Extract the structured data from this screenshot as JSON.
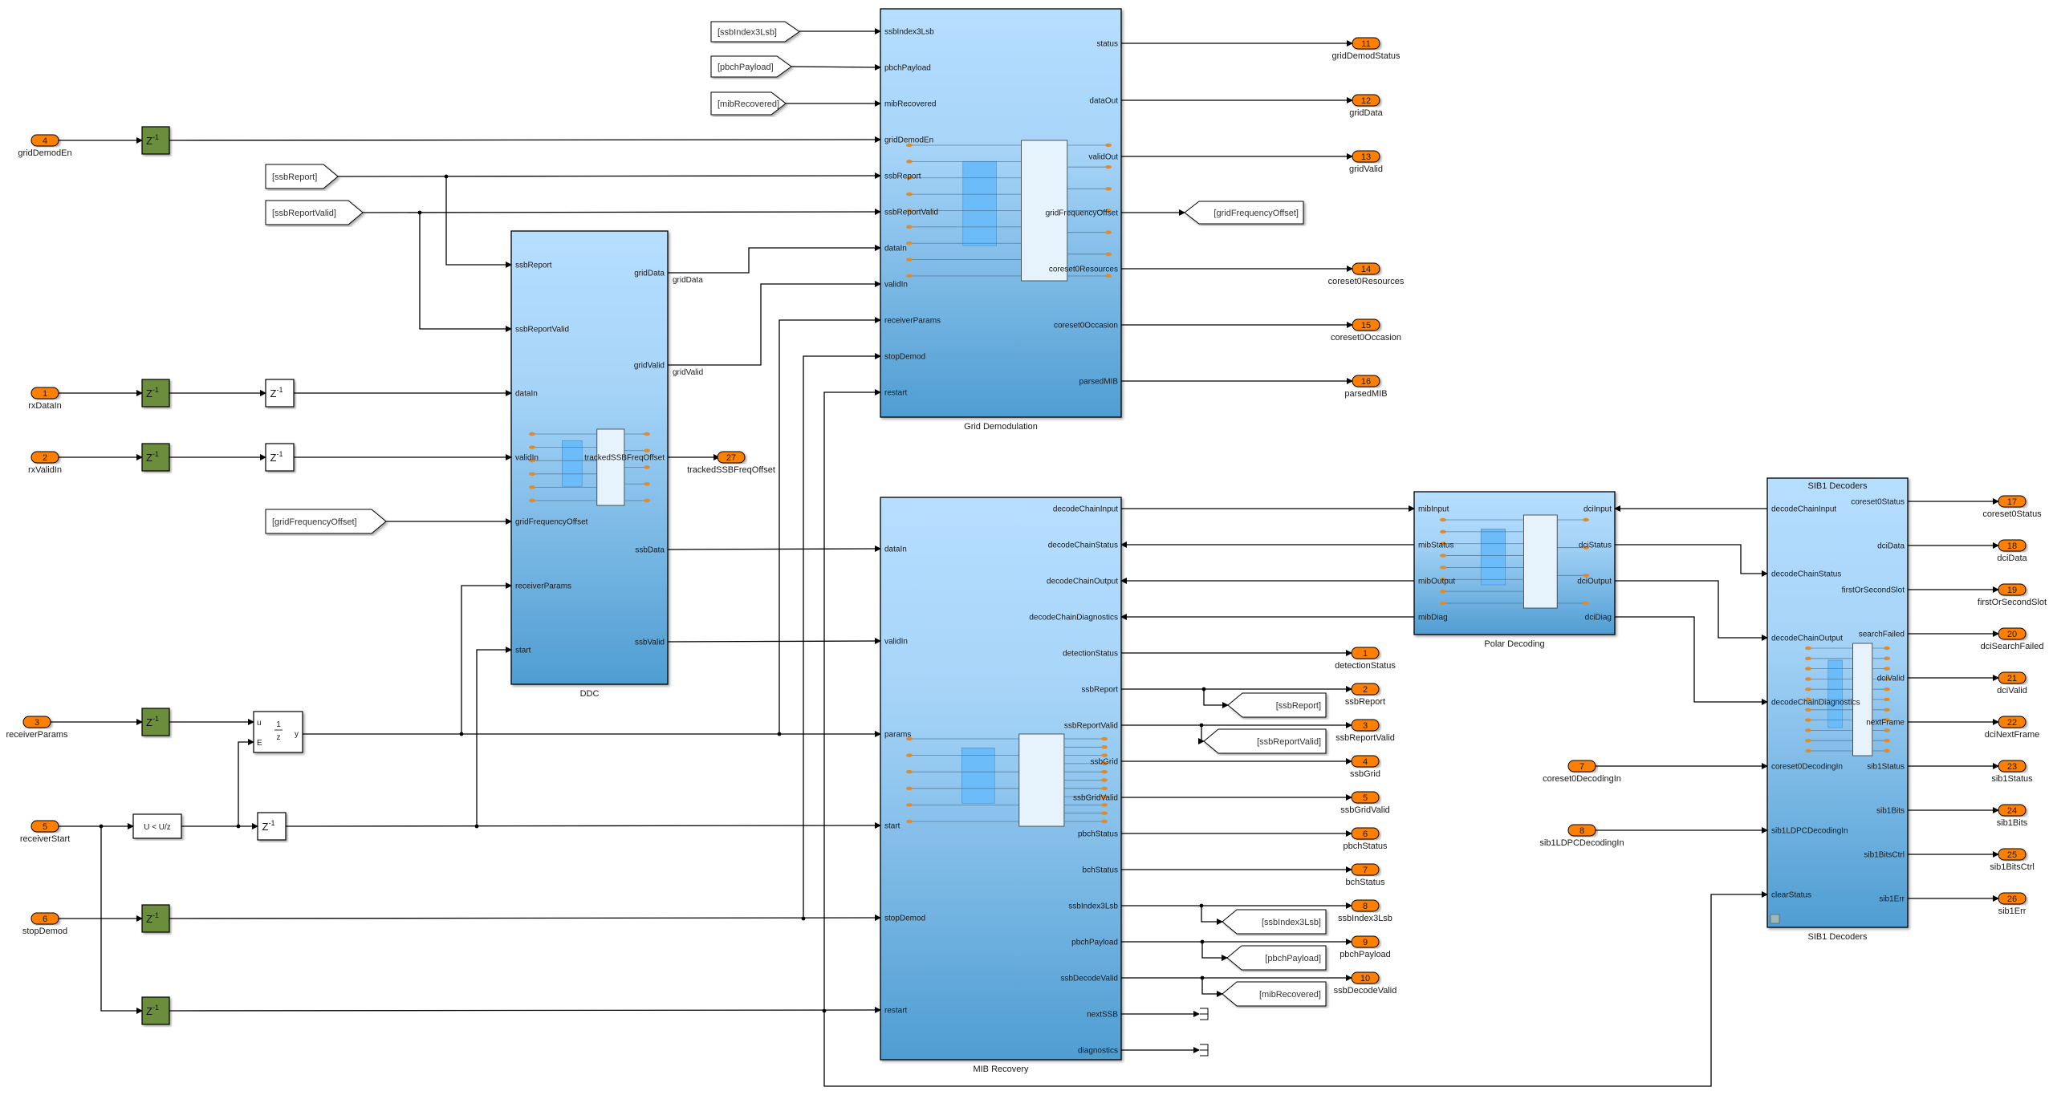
{
  "model": {
    "subsystems": {
      "grid_demod": {
        "title": "Grid Demodulation",
        "inputs": [
          "ssbIndex3Lsb",
          "pbchPayload",
          "mibRecovered",
          "gridDemodEn",
          "ssbReport",
          "ssbReportValid",
          "dataIn",
          "validIn",
          "receiverParams",
          "stopDemod",
          "restart"
        ],
        "outputs": [
          "status",
          "dataOut",
          "validOut",
          "gridFrequencyOffset",
          "coreset0Resources",
          "coreset0Occasion",
          "parsedMIB"
        ]
      },
      "ddc": {
        "title": "DDC",
        "inputs": [
          "ssbReport",
          "ssbReportValid",
          "dataIn",
          "validIn",
          "gridFrequencyOffset",
          "receiverParams",
          "start"
        ],
        "outputs": [
          "gridData",
          "gridValid",
          "trackedSSBFreqOffset",
          "ssbData",
          "ssbValid"
        ]
      },
      "mib_recovery": {
        "title": "MIB Recovery",
        "inputs": [
          "dataIn",
          "validIn",
          "params",
          "start",
          "stopDemod",
          "restart"
        ],
        "outputs": [
          "decodeChainInput",
          "decodeChainStatus",
          "decodeChainOutput",
          "decodeChainDiagnostics",
          "detectionStatus",
          "ssbReport",
          "ssbReportValid",
          "ssbGrid",
          "ssbGridValid",
          "pbchStatus",
          "bchStatus",
          "ssbIndex3Lsb",
          "pbchPayload",
          "ssbDecodeValid",
          "nextSSB",
          "diagnostics"
        ]
      },
      "polar": {
        "title": "Polar Decoding",
        "left_ports": [
          "mibInput",
          "mibStatus",
          "mibOutput",
          "mibDiag"
        ],
        "right_ports": [
          "dciInput",
          "dciStatus",
          "dciOutput",
          "dciDiag"
        ]
      },
      "sib1": {
        "title": "SIB1 Decoders",
        "inputs": [
          "decodeChainInput",
          "decodeChainStatus",
          "decodeChainOutput",
          "decodeChainDiagnostics",
          "coreset0DecodingIn",
          "sib1LDPCDecodingIn",
          "clearStatus"
        ],
        "outputs": [
          "coreset0Status",
          "dciData",
          "firstOrSecondSlot",
          "searchFailed",
          "dciValid",
          "nextFrame",
          "sib1Status",
          "sib1Bits",
          "sib1BitsCtrl",
          "sib1Err"
        ]
      }
    },
    "inports": [
      {
        "num": "1",
        "name": "rxDataIn"
      },
      {
        "num": "2",
        "name": "rxValidIn"
      },
      {
        "num": "3",
        "name": "receiverParams"
      },
      {
        "num": "4",
        "name": "gridDemodEn"
      },
      {
        "num": "5",
        "name": "receiverStart"
      },
      {
        "num": "6",
        "name": "stopDemod"
      },
      {
        "num": "7",
        "name": "coreset0DecodingIn"
      },
      {
        "num": "8",
        "name": "sib1LDPCDecodingIn"
      }
    ],
    "outports": [
      {
        "num": "1",
        "name": "detectionStatus"
      },
      {
        "num": "2",
        "name": "ssbReport"
      },
      {
        "num": "3",
        "name": "ssbReportValid"
      },
      {
        "num": "4",
        "name": "ssbGrid"
      },
      {
        "num": "5",
        "name": "ssbGridValid"
      },
      {
        "num": "6",
        "name": "pbchStatus"
      },
      {
        "num": "7",
        "name": "bchStatus"
      },
      {
        "num": "8",
        "name": "ssbIndex3Lsb"
      },
      {
        "num": "9",
        "name": "pbchPayload"
      },
      {
        "num": "10",
        "name": "ssbDecodeValid"
      },
      {
        "num": "11",
        "name": "gridDemodStatus"
      },
      {
        "num": "12",
        "name": "gridData"
      },
      {
        "num": "13",
        "name": "gridValid"
      },
      {
        "num": "14",
        "name": "coreset0Resources"
      },
      {
        "num": "15",
        "name": "coreset0Occasion"
      },
      {
        "num": "16",
        "name": "parsedMIB"
      },
      {
        "num": "17",
        "name": "coreset0Status"
      },
      {
        "num": "18",
        "name": "dciData"
      },
      {
        "num": "19",
        "name": "firstOrSecondSlot"
      },
      {
        "num": "20",
        "name": "dciSearchFailed"
      },
      {
        "num": "21",
        "name": "dciValid"
      },
      {
        "num": "22",
        "name": "dciNextFrame"
      },
      {
        "num": "23",
        "name": "sib1Status"
      },
      {
        "num": "24",
        "name": "sib1Bits"
      },
      {
        "num": "25",
        "name": "sib1BitsCtrl"
      },
      {
        "num": "26",
        "name": "sib1Err"
      },
      {
        "num": "27",
        "name": "trackedSSBFreqOffset"
      }
    ],
    "from_tags": [
      "[ssbIndex3Lsb]",
      "[pbchPayload]",
      "[mibRecovered]",
      "[ssbReport]",
      "[ssbReportValid]",
      "[gridFrequencyOffset]"
    ],
    "goto_tags": [
      "[gridFrequencyOffset]",
      "[ssbReport]",
      "[ssbReportValid]",
      "[ssbIndex3Lsb]",
      "[pbchPayload]",
      "[mibRecovered]"
    ],
    "signal_labels": {
      "gridData": "gridData",
      "gridValid": "gridValid"
    },
    "delay_text": {
      "base": "Z",
      "exp": "-1"
    },
    "enabled_delay": {
      "u": "u",
      "e": "E",
      "y": "y",
      "num": "1",
      "den": "z"
    },
    "edge_detect_text": "U < U/z",
    "colors": {
      "subsystem_top": "#b3dcff",
      "subsystem_bottom": "#4f9fd3",
      "port_orange": "#ff8000",
      "delay_green": "#6b8e3a"
    }
  }
}
